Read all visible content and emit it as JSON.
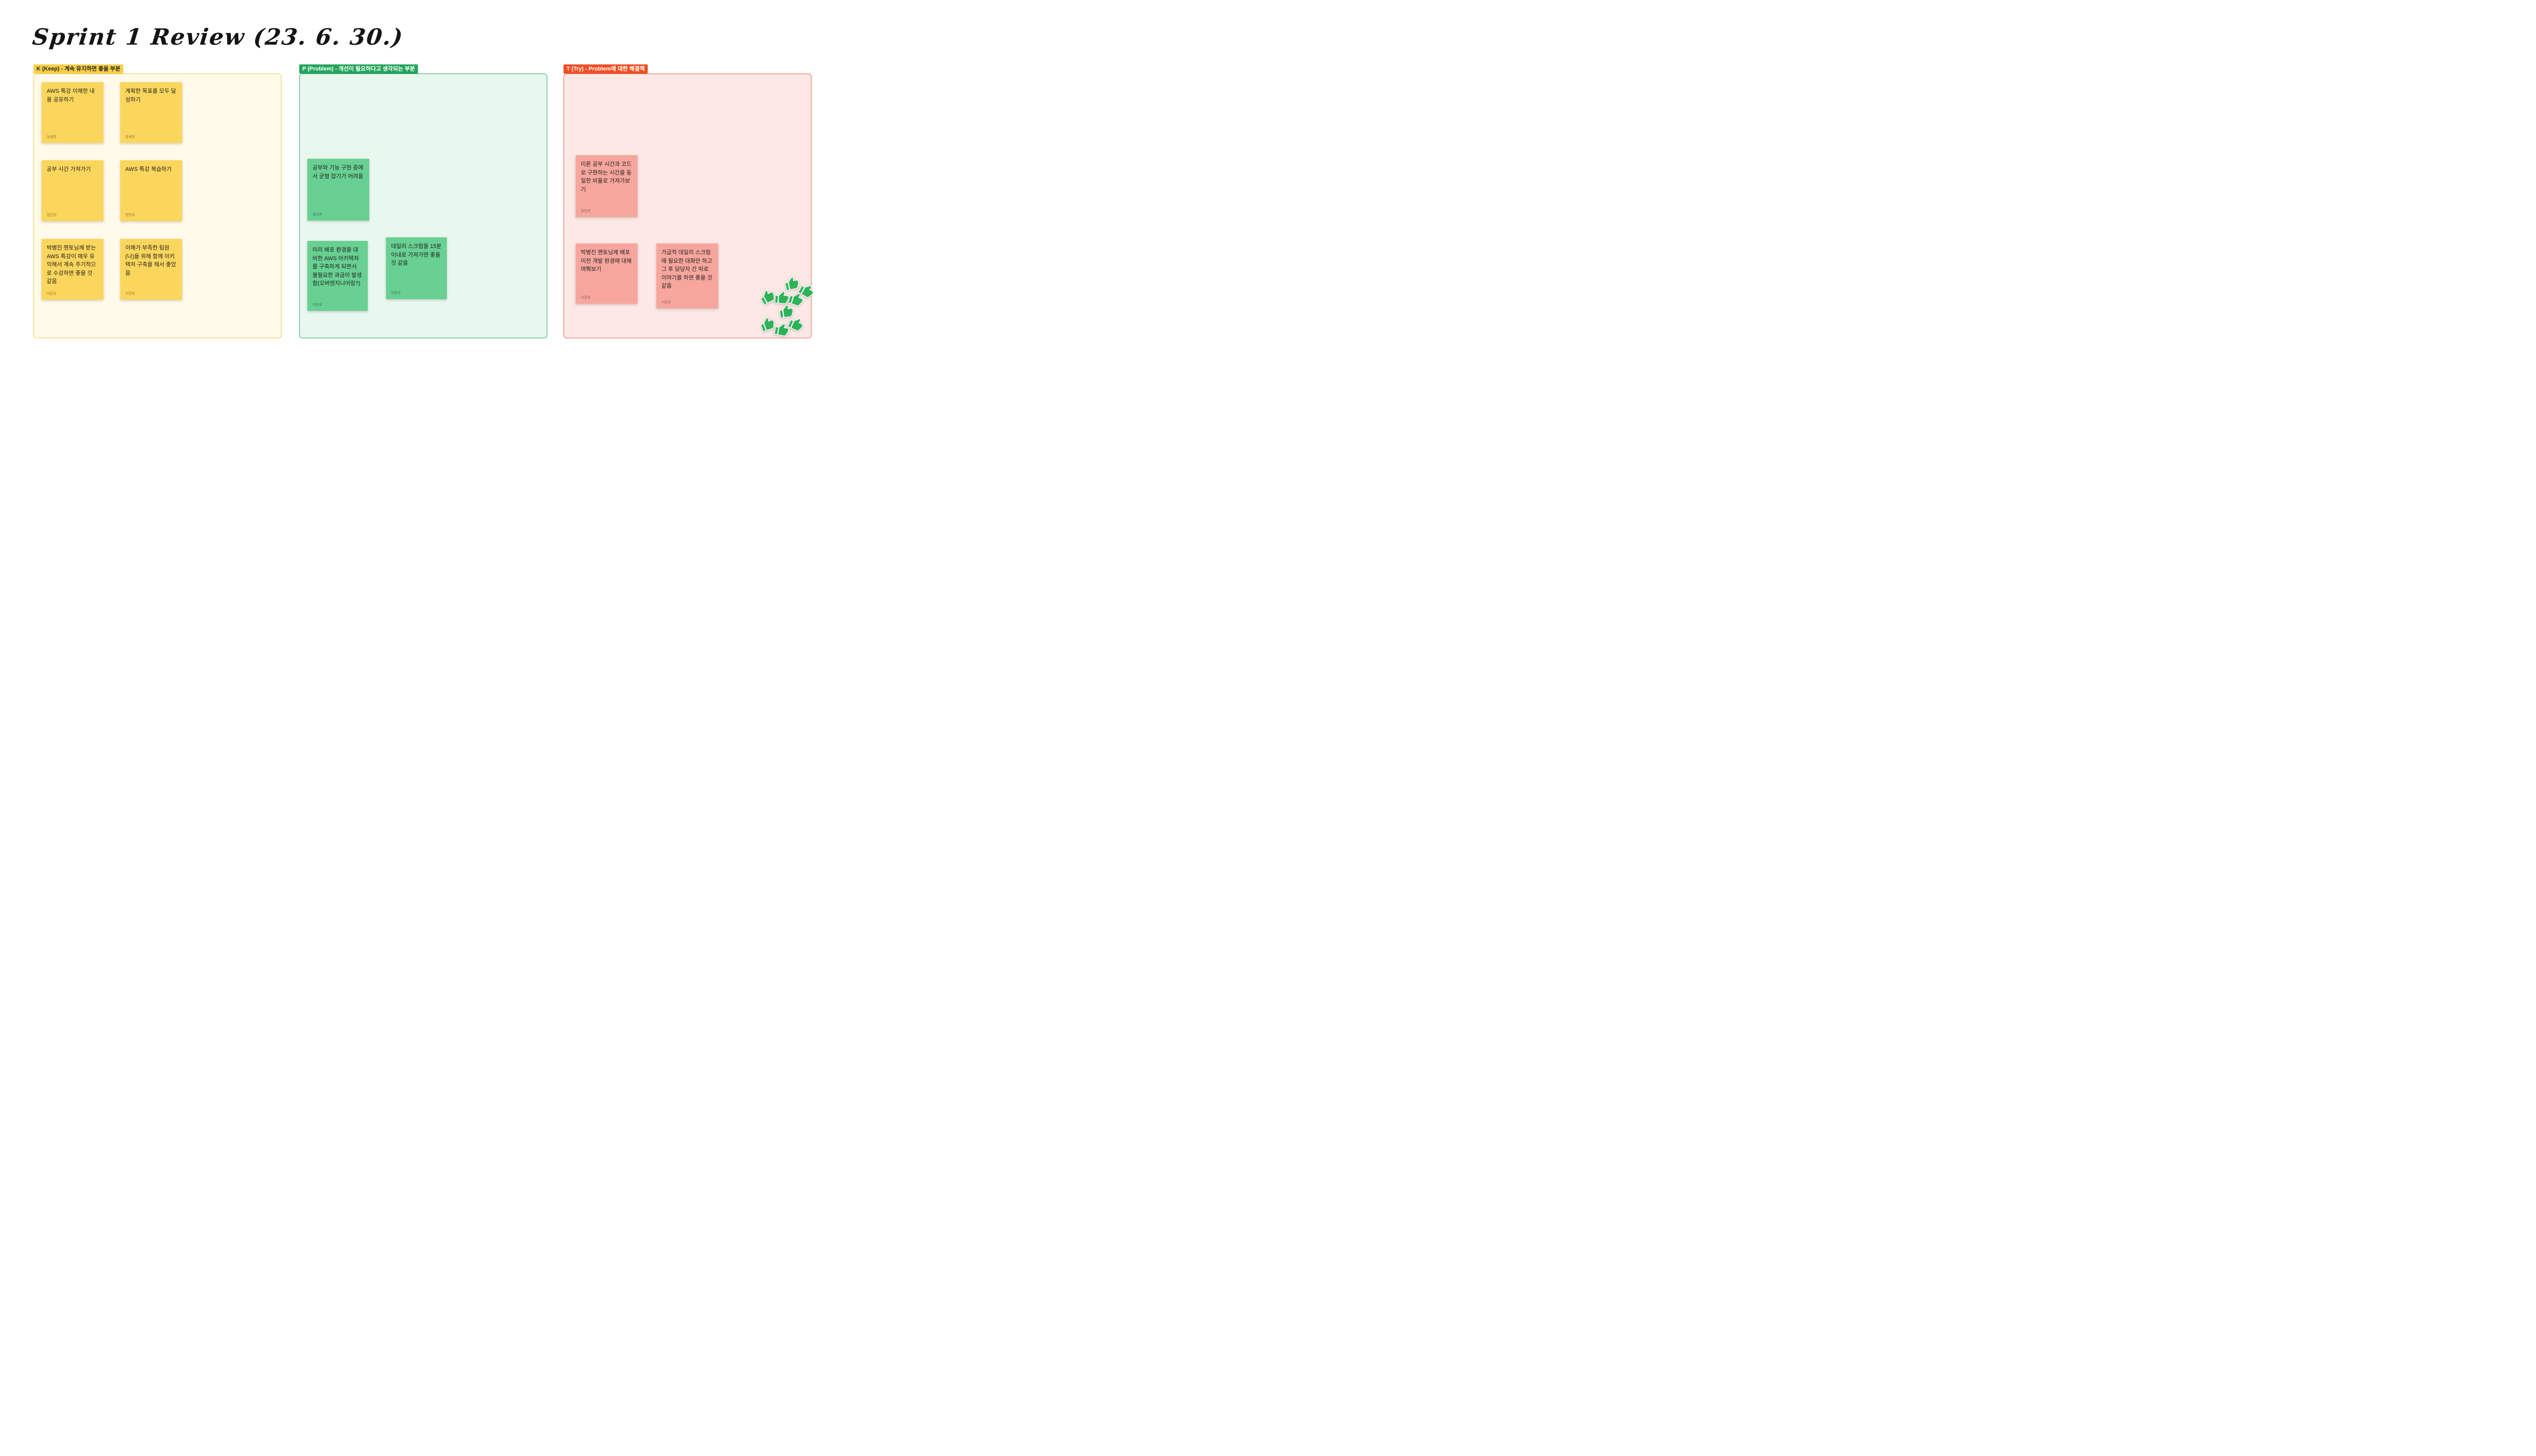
{
  "page": {
    "title": "Sprint 1 Review (23. 6. 30.)"
  },
  "sections": [
    {
      "id": "keep",
      "label": "K (Keep) - 계속 유지하면 좋을 부분",
      "colors": {
        "badge_bg": "#F7CE46",
        "badge_text": "#2B2B2B",
        "frame_bg": "#FFFAE9",
        "frame_border": "#EFC94E",
        "note_bg": "#FBD65D"
      },
      "notes": [
        {
          "text": "AWS 특강 이해한 내용 공유하기",
          "author": "유세한"
        },
        {
          "text": "계획한 목표를 모두 달성하기",
          "author": "유세한"
        },
        {
          "text": "공부 시간 가져가기",
          "author": "정인희"
        },
        {
          "text": "AWS 특강 복습하기",
          "author": "정인희"
        },
        {
          "text": "박병진 멘토님께 받는 AWS 특강이 매우 유익해서 계속 주기적으로 수강하면 좋을 것 같음",
          "author": "이진우"
        },
        {
          "text": "이해가 부족한 팀원(나)을 위해 함께 아키텍처 구축을 해서 좋았음",
          "author": "이진우"
        }
      ]
    },
    {
      "id": "problem",
      "label": "P (Problem) - 개선이 필요하다고 생각되는 부분",
      "colors": {
        "badge_bg": "#23A55C",
        "badge_text": "#FFFFFF",
        "frame_bg": "#E9F8EF",
        "frame_border": "#2FA968",
        "note_bg": "#68D092"
      },
      "notes": [
        {
          "text": "공부와 기능 구현 중에서 균형 잡기가 어려움",
          "author": "정인희"
        },
        {
          "text": "미리 배포 환경을 대비한 AWS 아키텍처를 구축하게 되면서 불필요한 과금이 발생함(오버엔지니어링?)",
          "author": "이진우"
        },
        {
          "text": "데일리 스크럼을 15분 이내로 가져가면 좋을 것 같음",
          "author": "이진우"
        }
      ]
    },
    {
      "id": "try",
      "label": "T (Try) - Problem에 대한 해결책",
      "colors": {
        "badge_bg": "#EF4E23",
        "badge_text": "#FFFFFF",
        "frame_bg": "#FCE8E4",
        "frame_border": "#EA6A50",
        "note_bg": "#F7A69D"
      },
      "notes": [
        {
          "text": "이론 공부 시간과 코드로 구현하는 시간을 동일한 비율로 가져가보기",
          "author": "정인희"
        },
        {
          "text": "박병진 멘토님께 배포 이전 개발 환경에 대해 여쭤보기",
          "author": "이진우"
        },
        {
          "text": "가급적 데일리 스크럼에 필요한 대화만 하고 그 후 담당자 간 따로 이야기를 하면 좋을 것 같음",
          "author": "이진우"
        }
      ]
    }
  ],
  "stickers": {
    "thumbs_up": {
      "icon": "thumbs-up-icon",
      "count": 9,
      "color": "#2EB258"
    }
  }
}
